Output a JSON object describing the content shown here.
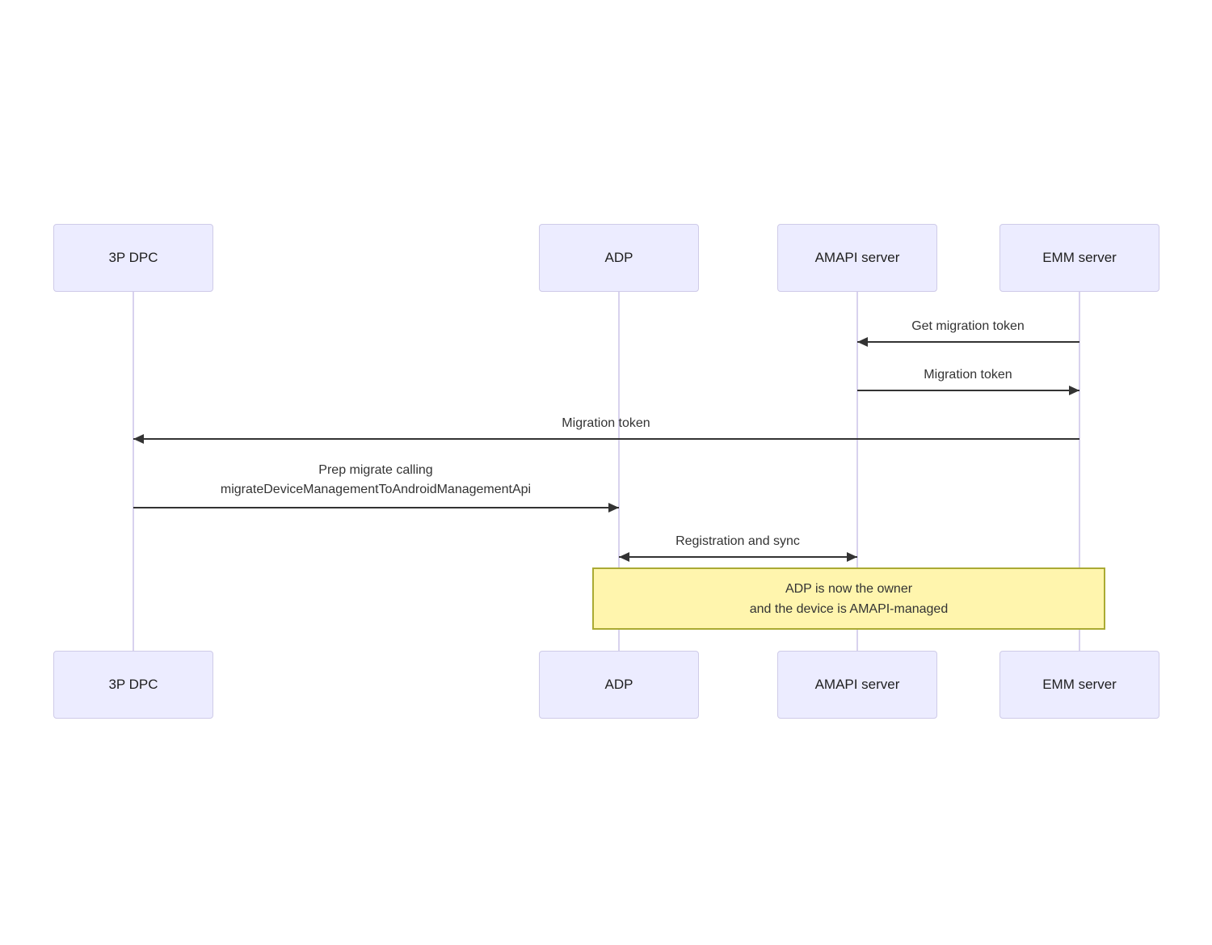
{
  "diagram": {
    "type": "sequence-diagram",
    "actors": [
      {
        "name": "3P DPC"
      },
      {
        "name": "ADP"
      },
      {
        "name": "AMAPI server"
      },
      {
        "name": "EMM server"
      }
    ],
    "messages": [
      {
        "from": "EMM server",
        "to": "AMAPI server",
        "arrow": "left",
        "lines": [
          "Get migration token"
        ]
      },
      {
        "from": "AMAPI server",
        "to": "EMM server",
        "arrow": "right",
        "lines": [
          "Migration token"
        ]
      },
      {
        "from": "EMM server",
        "to": "3P DPC",
        "arrow": "left",
        "lines": [
          "Migration token"
        ]
      },
      {
        "from": "3P DPC",
        "to": "ADP",
        "arrow": "right",
        "lines": [
          "Prep migrate calling",
          "migrateDeviceManagementToAndroidManagementApi"
        ]
      },
      {
        "from": "ADP",
        "to": "AMAPI server",
        "arrow": "both",
        "lines": [
          "Registration and sync"
        ]
      }
    ],
    "note": {
      "lines": [
        "ADP is now the owner",
        "and the device is AMAPI-managed"
      ]
    },
    "colors": {
      "actor_fill": "#ECECFF",
      "actor_border": "#CFCBE8",
      "lifeline": "#D8D2EE",
      "arrow": "#333333",
      "message_text": "#333333",
      "note_fill": "#FFF5AD",
      "note_border": "#AAAA33",
      "background": "#FFFFFF"
    }
  }
}
